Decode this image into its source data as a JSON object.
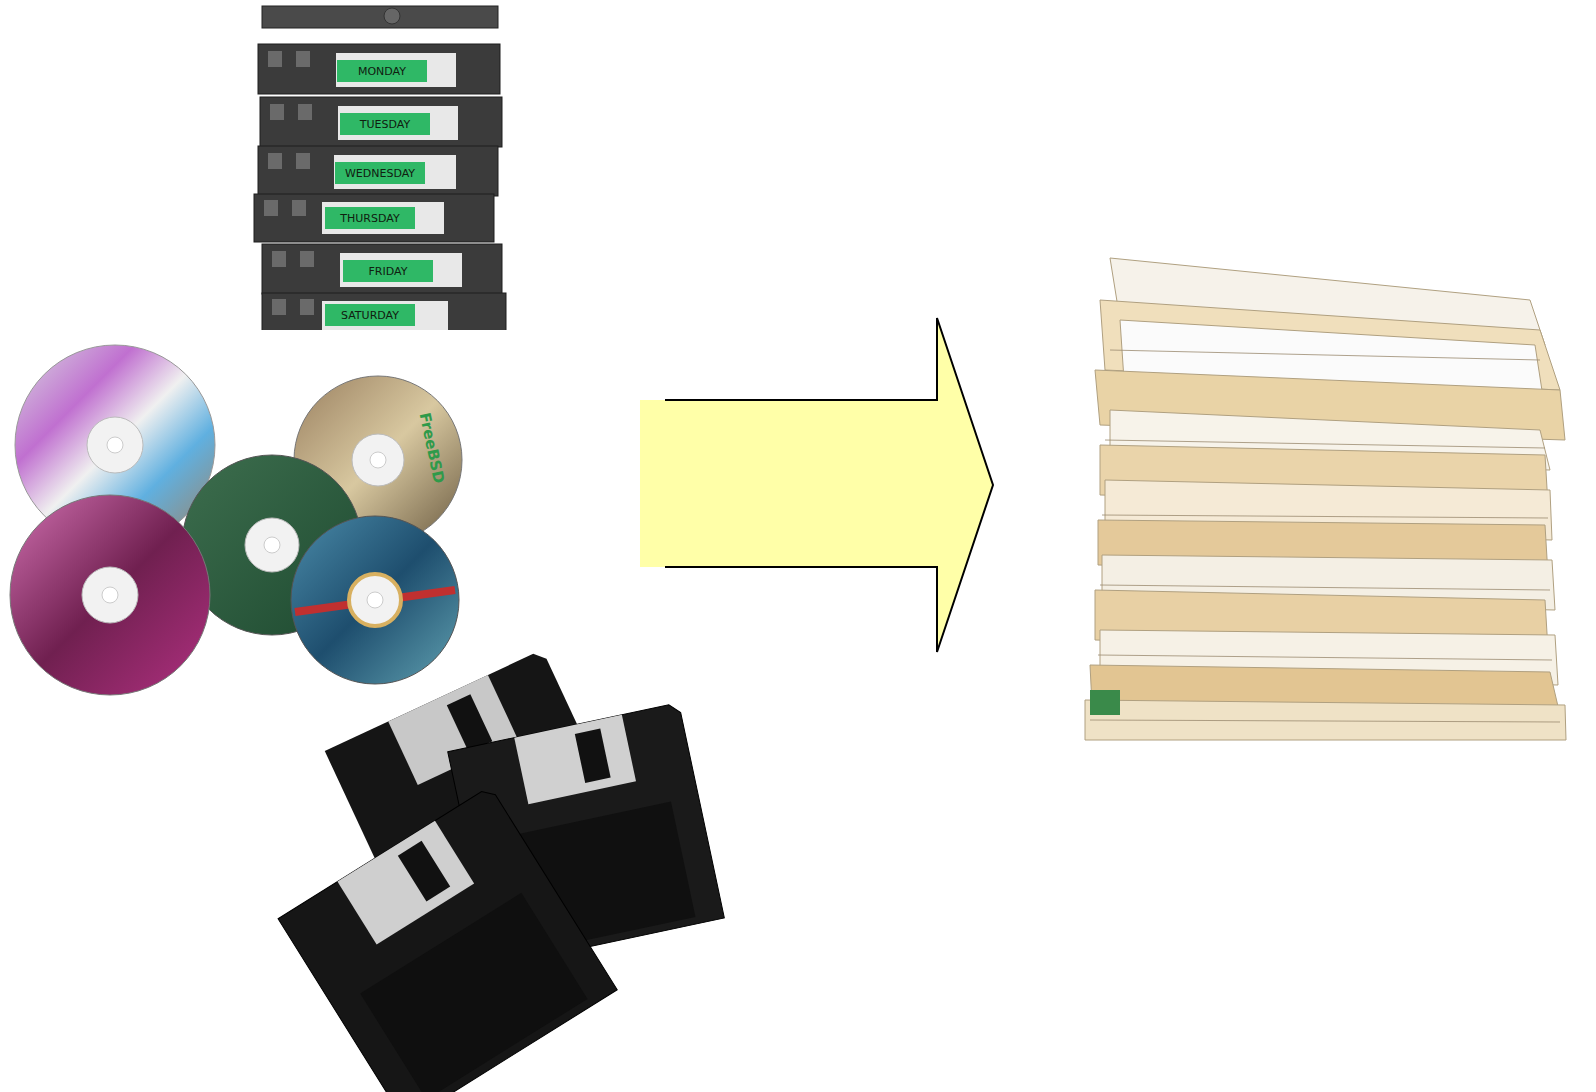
{
  "diagram": {
    "labels": [
      "MONDAY",
      "TUESDAY",
      "WEDNESDAY",
      "THURSDAY",
      "FRIDAY",
      "SATURDAY",
      "FreeBSD"
    ]
  }
}
